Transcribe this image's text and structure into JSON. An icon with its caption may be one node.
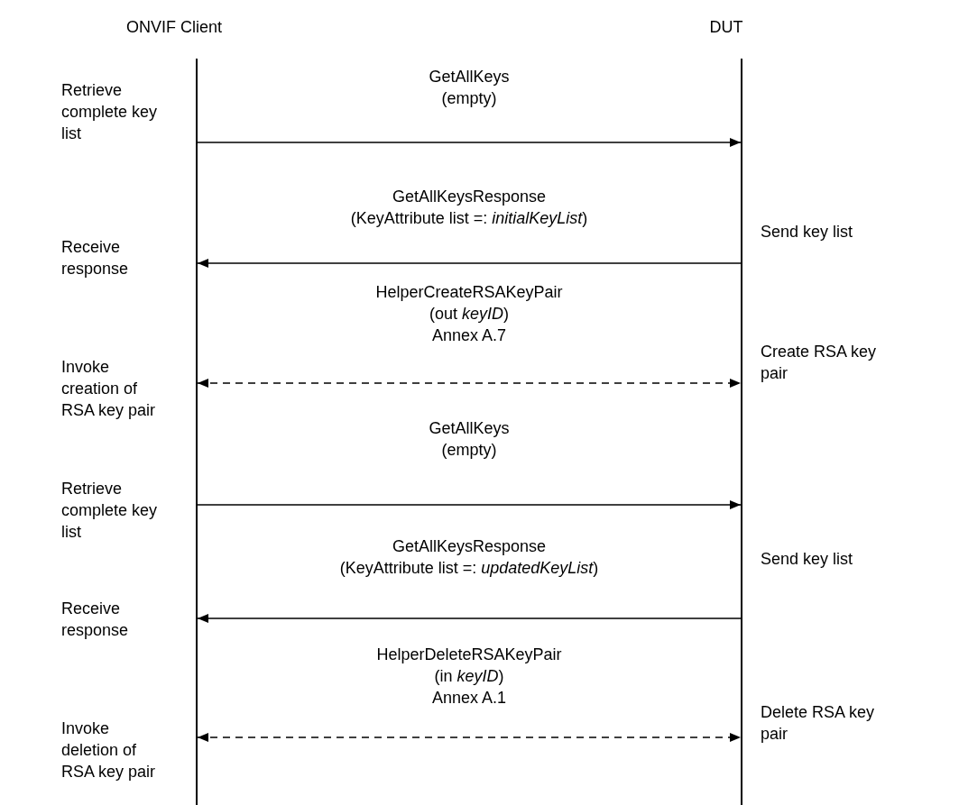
{
  "diagram": {
    "nodes": [
      {
        "text": [
          "ONVIF Client"
        ]
      },
      {
        "text": [
          "DUT"
        ]
      }
    ],
    "edges": [
      {
        "from": 0,
        "to": 1,
        "arrow": "to",
        "label": "GetAllKeys (empty)"
      },
      {
        "from": 1,
        "to": 0,
        "arrow": "to",
        "label": "GetAllKeysResponse (KeyAttribute list =: *initialKeyList*)"
      },
      {
        "from": 0,
        "to": 1,
        "arrow": "both",
        "style": "dashed",
        "label": "HelperCreateRSAKeyPair (out *keyID*) Annex A.7"
      },
      {
        "from": 0,
        "to": 1,
        "arrow": "to",
        "label": "GetAllKeys (empty)"
      },
      {
        "from": 1,
        "to": 0,
        "arrow": "to",
        "label": "GetAllKeysResponse (KeyAttribute list =: *updatedKeyList*)"
      },
      {
        "from": 0,
        "to": 1,
        "arrow": "both",
        "style": "dashed",
        "label": "HelperDeleteRSAKeyPair (in *keyID*) Annex A.1"
      }
    ],
    "labels": [
      "Retrieve complete key list",
      "Send key list",
      "Receive response",
      "Invoke creation of RSA key pair",
      "Create RSA key pair",
      "Retrieve complete key list",
      "Send key list",
      "Receive response",
      "Invoke deletion of RSA key pair",
      "Delete RSA key pair"
    ]
  }
}
